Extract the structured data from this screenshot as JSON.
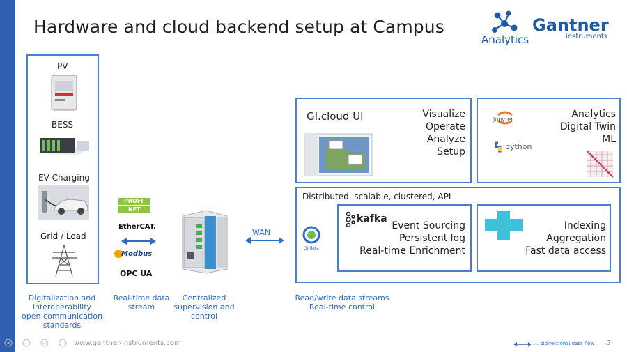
{
  "slide": {
    "title": "Hardware and cloud backend setup at Campus",
    "page_number": "5",
    "footer_url": "www.gantner-instruments.com",
    "legend_text": "… bidirectional data flow"
  },
  "logos": {
    "analytics_label": "Analytics",
    "brand_name": "Gantner",
    "brand_sub": "instruments"
  },
  "devices": {
    "pv": "PV",
    "bess": "BESS",
    "ev": "EV Charging",
    "grid": "Grid / Load"
  },
  "protocols": {
    "profinet_line1": "PROFI",
    "profinet_line2": "NET",
    "ethercat": "EtherCAT.",
    "modbus": "Modbus",
    "opcua": "OPC UA"
  },
  "captions": {
    "col1": [
      "Digitalization and",
      "interoperability",
      "open communication",
      "standards"
    ],
    "col2": [
      "Real-time data",
      "stream"
    ],
    "col3": [
      "Centralized",
      "supervision and",
      "control"
    ],
    "col4": [
      "Read/write data streams",
      "Real-time control"
    ]
  },
  "wan_label": "WAN",
  "cloud_ui": {
    "title": "GI.cloud UI",
    "features": [
      "Visualize",
      "Operate",
      "Analyze",
      "Setup"
    ]
  },
  "analytics_box": {
    "jupyter": "jupyter",
    "python": "python",
    "features": [
      "Analytics",
      "Digital Twin",
      "ML"
    ]
  },
  "backend": {
    "header": "Distributed, scalable, clustered, API",
    "gidata": "GI.data",
    "kafka": "kafka",
    "kafka_features": [
      "Event Sourcing",
      "Persistent log",
      "Real-time Enrichment"
    ],
    "db_features": [
      "Indexing",
      "Aggregation",
      "Fast data access"
    ]
  },
  "colors": {
    "accent": "#4a7fd0",
    "sidebar": "#2f5fae",
    "caption": "#2b6cc4",
    "brand": "#1f5aa6"
  }
}
